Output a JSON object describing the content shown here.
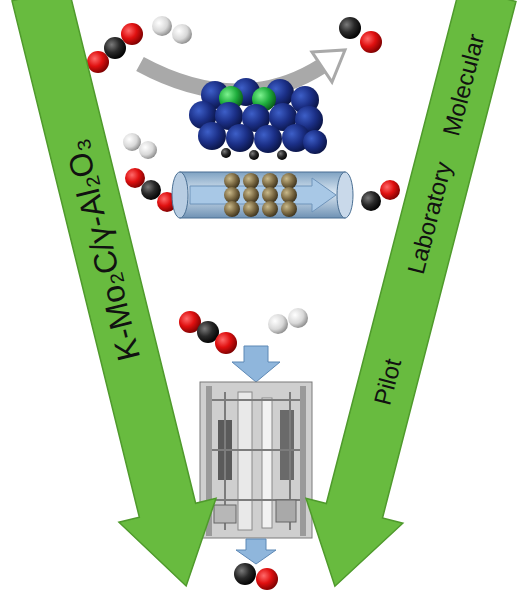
{
  "diagram": {
    "nodes": [
      {
        "text": [
          "K-Mo₂C/γ-Al₂O₃"
        ]
      },
      {
        "text": [
          "Molecular",
          "Laboratory",
          "Pilot"
        ]
      }
    ]
  }
}
